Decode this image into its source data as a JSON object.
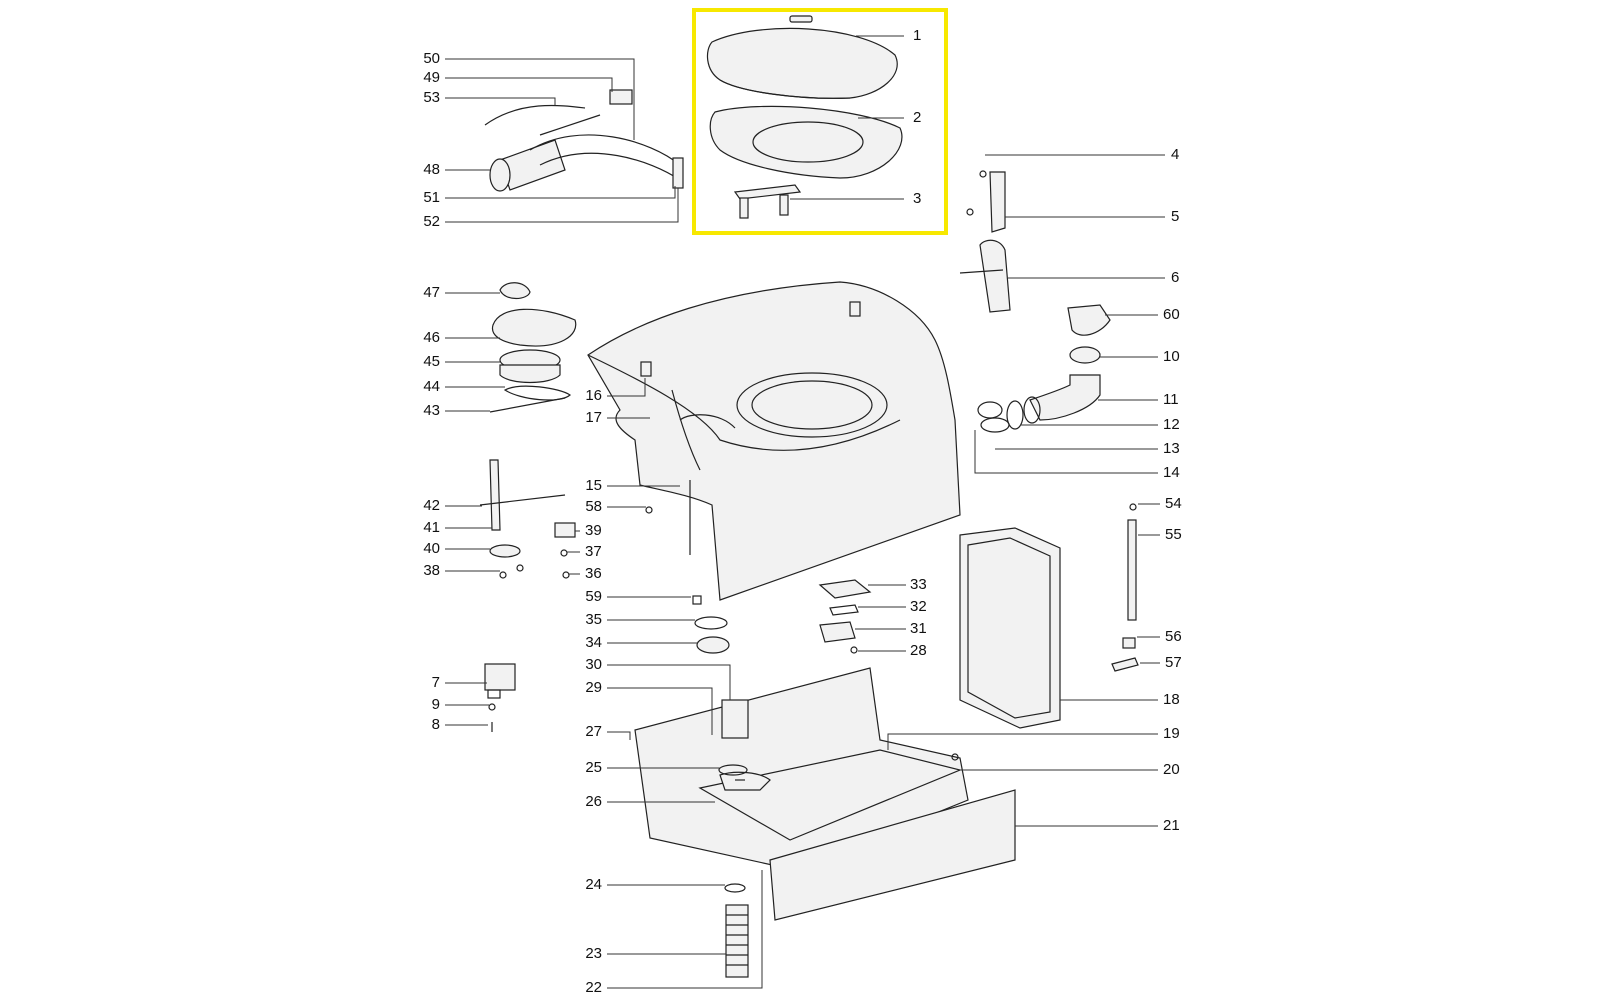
{
  "highlight": {
    "color": "#f7e800",
    "label": ""
  },
  "callouts": [
    {
      "id": "1",
      "side": "right"
    },
    {
      "id": "2",
      "side": "right"
    },
    {
      "id": "3",
      "side": "right"
    },
    {
      "id": "4",
      "side": "right"
    },
    {
      "id": "5",
      "side": "right"
    },
    {
      "id": "6",
      "side": "right"
    },
    {
      "id": "60",
      "side": "right"
    },
    {
      "id": "10",
      "side": "right"
    },
    {
      "id": "11",
      "side": "right"
    },
    {
      "id": "12",
      "side": "right"
    },
    {
      "id": "13",
      "side": "right"
    },
    {
      "id": "14",
      "side": "right"
    },
    {
      "id": "54",
      "side": "right"
    },
    {
      "id": "55",
      "side": "right"
    },
    {
      "id": "56",
      "side": "right"
    },
    {
      "id": "57",
      "side": "right"
    },
    {
      "id": "18",
      "side": "right"
    },
    {
      "id": "19",
      "side": "right"
    },
    {
      "id": "20",
      "side": "right"
    },
    {
      "id": "21",
      "side": "right"
    },
    {
      "id": "33",
      "side": "right"
    },
    {
      "id": "32",
      "side": "right"
    },
    {
      "id": "31",
      "side": "right"
    },
    {
      "id": "28",
      "side": "right"
    },
    {
      "id": "39",
      "side": "right"
    },
    {
      "id": "37",
      "side": "right"
    },
    {
      "id": "36",
      "side": "right"
    },
    {
      "id": "50",
      "side": "left"
    },
    {
      "id": "49",
      "side": "left"
    },
    {
      "id": "53",
      "side": "left"
    },
    {
      "id": "48",
      "side": "left"
    },
    {
      "id": "51",
      "side": "left"
    },
    {
      "id": "52",
      "side": "left"
    },
    {
      "id": "47",
      "side": "left"
    },
    {
      "id": "46",
      "side": "left"
    },
    {
      "id": "45",
      "side": "left"
    },
    {
      "id": "44",
      "side": "left"
    },
    {
      "id": "43",
      "side": "left"
    },
    {
      "id": "42",
      "side": "left"
    },
    {
      "id": "41",
      "side": "left"
    },
    {
      "id": "40",
      "side": "left"
    },
    {
      "id": "38",
      "side": "left"
    },
    {
      "id": "7",
      "side": "left"
    },
    {
      "id": "9",
      "side": "left"
    },
    {
      "id": "8",
      "side": "left"
    },
    {
      "id": "16",
      "side": "left"
    },
    {
      "id": "17",
      "side": "left"
    },
    {
      "id": "15",
      "side": "left"
    },
    {
      "id": "58",
      "side": "left"
    },
    {
      "id": "59",
      "side": "left"
    },
    {
      "id": "35",
      "side": "left"
    },
    {
      "id": "34",
      "side": "left"
    },
    {
      "id": "30",
      "side": "left"
    },
    {
      "id": "29",
      "side": "left"
    },
    {
      "id": "27",
      "side": "left"
    },
    {
      "id": "25",
      "side": "left"
    },
    {
      "id": "26",
      "side": "left"
    },
    {
      "id": "24",
      "side": "left"
    },
    {
      "id": "23",
      "side": "left"
    },
    {
      "id": "22",
      "side": "left"
    }
  ]
}
